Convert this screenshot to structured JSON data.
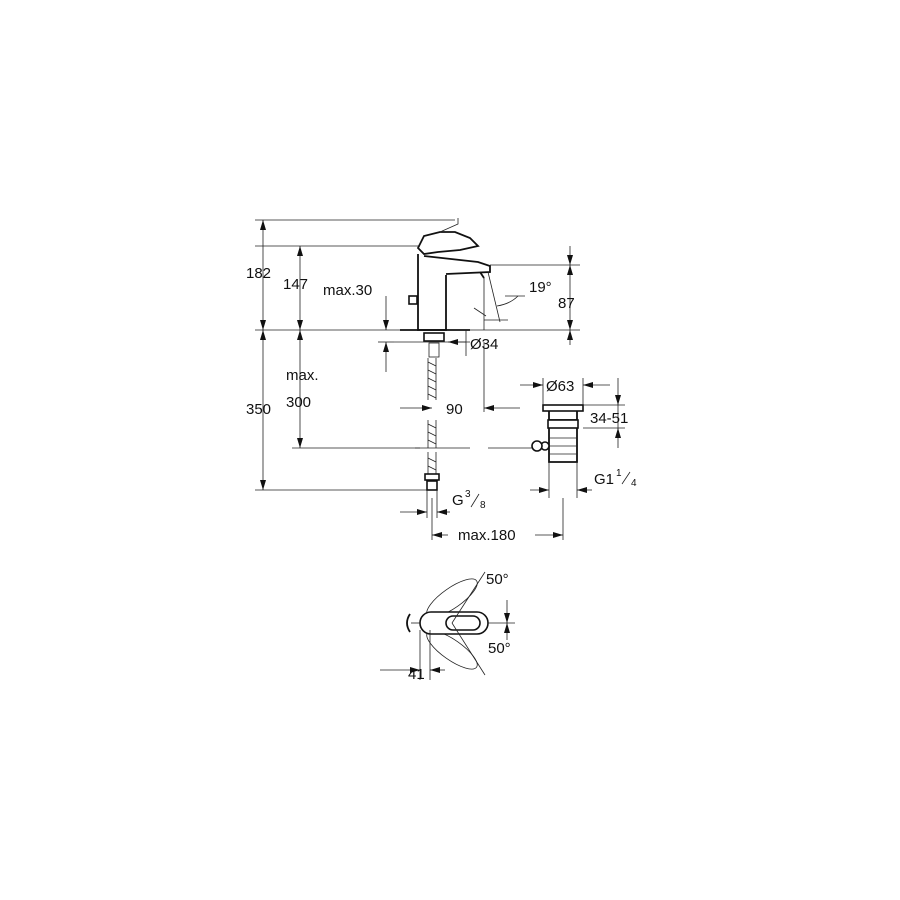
{
  "labels": {
    "h182": "182",
    "h147": "147",
    "max30": "max.30",
    "angle19": "19°",
    "h87": "87",
    "d34": "Ø34",
    "max_word": "max.",
    "h350": "350",
    "h300": "300",
    "d63": "Ø63",
    "range": "34-51",
    "w90": "90",
    "thread_g": "G",
    "thread_g_num": "3",
    "thread_g_den": "8",
    "thread_g1": "G1",
    "thread_g1_num": "1",
    "thread_g1_den": "4",
    "max180": "max.180",
    "angle50_top": "50°",
    "angle50_bottom": "50°",
    "w41": "41"
  }
}
